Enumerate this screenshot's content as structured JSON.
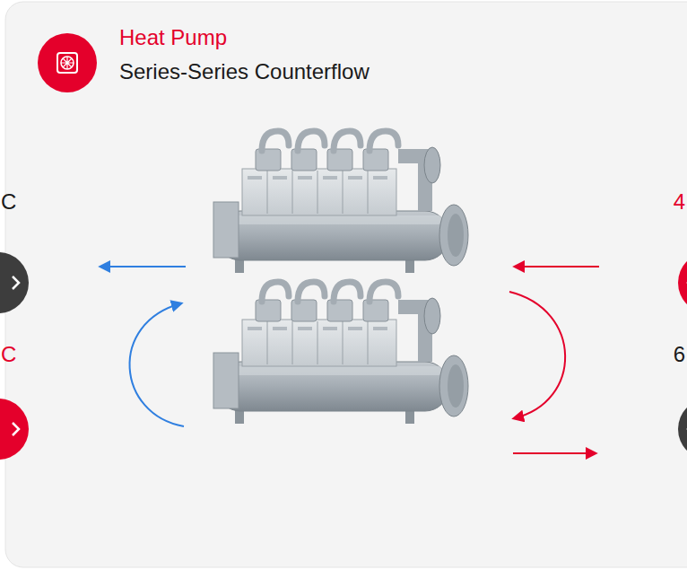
{
  "diagram": {
    "title": "Heat Pump",
    "labels": [
      "Series-Series Counterflow",
      "C",
      "C",
      "4",
      "6"
    ]
  }
}
